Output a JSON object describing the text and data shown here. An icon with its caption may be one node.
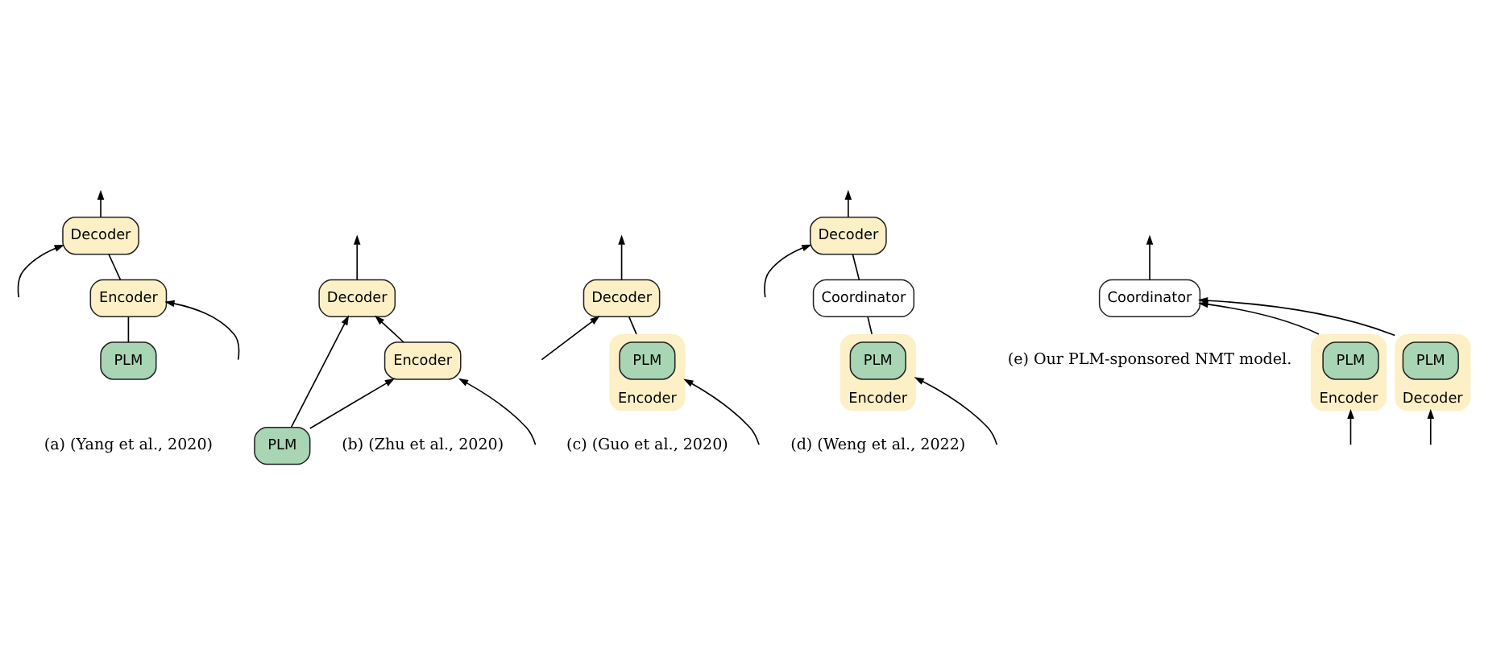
{
  "diagram": {
    "nodes": [
      {
        "text": [
          "PLM"
        ]
      },
      {
        "text": [
          "Encoder"
        ]
      },
      {
        "text": [
          "Decoder"
        ]
      },
      {
        "text": [
          "Encoder"
        ]
      },
      {
        "text": [
          "PLM"
        ]
      },
      {
        "text": [
          "Decoder"
        ]
      },
      {
        "text": [
          "Encoder"
        ]
      },
      {
        "text": [
          "PLM"
        ],
        "in": 6
      },
      {
        "text": [
          "Decoder"
        ]
      },
      {
        "text": [
          "Encoder"
        ]
      },
      {
        "text": [
          "PLM"
        ],
        "in": 9
      },
      {
        "text": [
          "Coordinator"
        ]
      },
      {
        "text": [
          "Decoder"
        ]
      },
      {
        "text": [
          "Coordinator"
        ]
      },
      {
        "text": [
          "Encoder"
        ]
      },
      {
        "text": [
          "PLM"
        ],
        "in": 14
      },
      {
        "text": [
          "Decoder"
        ]
      },
      {
        "text": [
          "PLM"
        ],
        "in": 16
      }
    ],
    "edges": [
      {
        "from": 0,
        "to": 1,
        "arrow": "none"
      },
      {
        "from": 1,
        "to": 2,
        "arrow": "none"
      },
      {
        "from": null,
        "to": 1,
        "arrow": "to"
      },
      {
        "from": null,
        "to": 2,
        "arrow": "to"
      },
      {
        "from": 2,
        "to": null,
        "arrow": "to"
      },
      {
        "from": null,
        "to": 3,
        "arrow": "to"
      },
      {
        "from": 4,
        "to": 3,
        "arrow": "to"
      },
      {
        "from": 3,
        "to": 5,
        "arrow": "to"
      },
      {
        "from": 4,
        "to": 5,
        "arrow": "to"
      },
      {
        "from": 5,
        "to": null,
        "arrow": "to"
      },
      {
        "from": 6,
        "to": 8,
        "arrow": "none"
      },
      {
        "from": null,
        "to": 6,
        "arrow": "to"
      },
      {
        "from": null,
        "to": 8,
        "arrow": "to"
      },
      {
        "from": 8,
        "to": null,
        "arrow": "to"
      },
      {
        "from": 9,
        "to": 11,
        "arrow": "none"
      },
      {
        "from": 11,
        "to": 12,
        "arrow": "none"
      },
      {
        "from": null,
        "to": 9,
        "arrow": "to"
      },
      {
        "from": null,
        "to": 12,
        "arrow": "to"
      },
      {
        "from": 12,
        "to": null,
        "arrow": "to"
      },
      {
        "from": 14,
        "to": 13,
        "arrow": "to"
      },
      {
        "from": 16,
        "to": 13,
        "arrow": "to"
      },
      {
        "from": null,
        "to": 14,
        "arrow": "to"
      },
      {
        "from": null,
        "to": 16,
        "arrow": "to"
      },
      {
        "from": 13,
        "to": null,
        "arrow": "to"
      }
    ],
    "labels": [
      "(a) (Yang et al., 2020)",
      "(b) (Zhu et al., 2020)",
      "(c) (Guo et al., 2020)",
      "(d) (Weng et al., 2022)",
      "(e) Our PLM-sponsored NMT model."
    ]
  }
}
